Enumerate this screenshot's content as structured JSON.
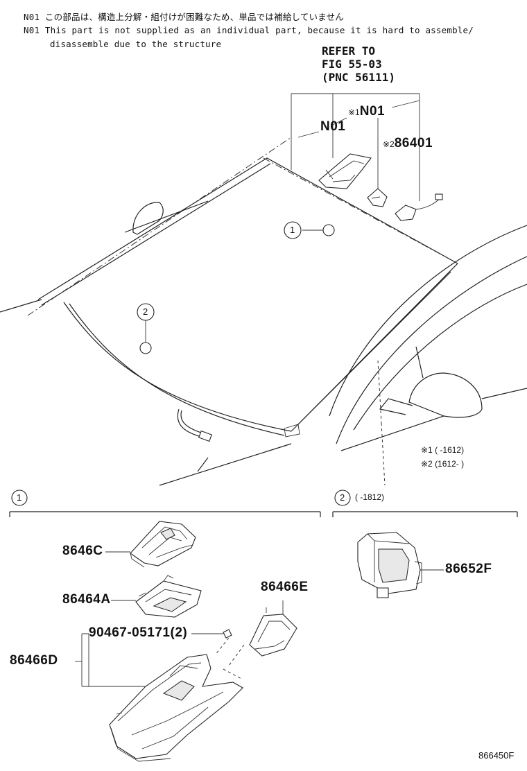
{
  "notes": {
    "n01_code_1": "N01",
    "n01_jp": "この部品は、構造上分解・組付けが困難なため、単品では補給していません",
    "n01_code_2": "N01",
    "n01_en_1": "This part is not supplied as an individual part,  because it is hard to assemble/",
    "n01_en_2": "disassemble due to the structure"
  },
  "refer": {
    "line1": "REFER TO",
    "line2": "FIG 55-03",
    "line3": "(PNC 56111)"
  },
  "callouts": {
    "n01_left": "N01",
    "n01_right_mark": "※1",
    "n01_right": "N01",
    "p86401_mark": "※2",
    "p86401": "86401",
    "circle1_top": "1",
    "circle2_top": "2"
  },
  "footnotes": {
    "f1": "※1 (      -1612)",
    "f2": "※2 (1612-      )"
  },
  "sections": {
    "s1_num": "1",
    "s2_num": "2",
    "s2_range": "(      -1812)"
  },
  "parts": {
    "p8646c": "8646C",
    "p86464a": "86464A",
    "p86466e": "86466E",
    "p90467": "90467-05171(2)",
    "p86466d": "86466D",
    "p86652f": "86652F"
  },
  "figure_id": "866450F"
}
